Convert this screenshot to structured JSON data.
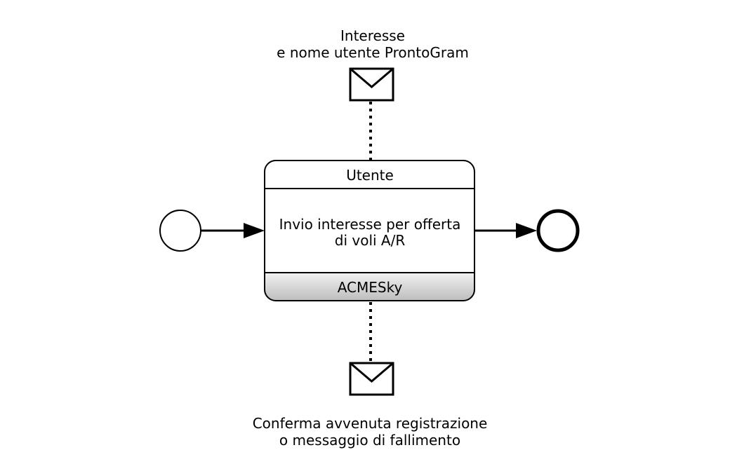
{
  "colors": {
    "stroke": "#000000",
    "background": "#ffffff",
    "band_gradient_top": "#f2f2f2",
    "band_gradient_bottom": "#bdbdbd"
  },
  "incoming_message": {
    "label_line1": "Interesse",
    "label_line2": "e nome utente ProntoGram",
    "icon": "envelope-icon"
  },
  "choreography_task": {
    "initiating_participant": "Utente",
    "task_name_line1": "Invio interesse per offerta",
    "task_name_line2": "di voli A/R",
    "receiving_participant": "ACMESky"
  },
  "return_message": {
    "label_line1": "Conferma avvenuta registrazione",
    "label_line2": "o messaggio di fallimento",
    "icon": "envelope-icon"
  },
  "events": {
    "start": "start-event",
    "end": "end-event"
  }
}
